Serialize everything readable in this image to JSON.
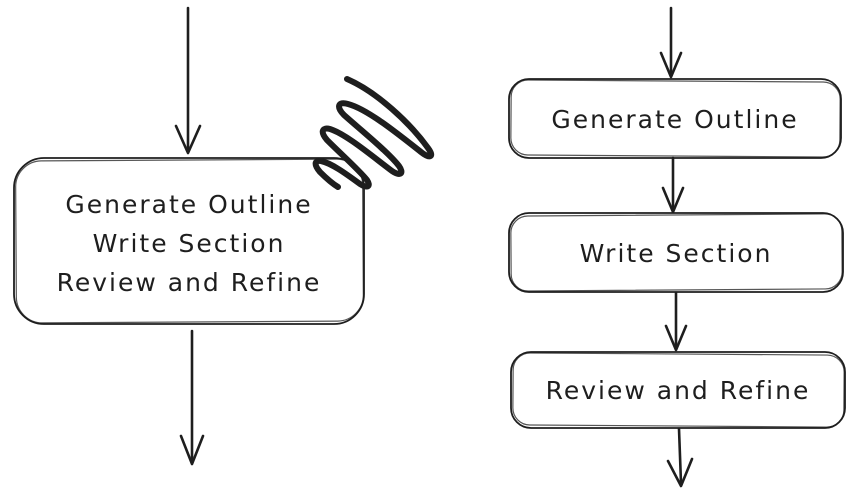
{
  "colors": {
    "ink": "#1e1e1e",
    "background": "#ffffff"
  },
  "left_flow": {
    "description": "single combined node with three tasks",
    "node_lines": [
      "Generate Outline",
      "Write Section",
      "Review and Refine"
    ],
    "annotation_icon": "scribble-rejection-mark"
  },
  "right_flow": {
    "description": "three sequential nodes",
    "nodes": [
      {
        "label": "Generate Outline"
      },
      {
        "label": "Write Section"
      },
      {
        "label": "Review and Refine"
      }
    ]
  },
  "icons": {
    "down_arrow": "down-arrow-connector",
    "scribble": "scribble-annotation"
  }
}
